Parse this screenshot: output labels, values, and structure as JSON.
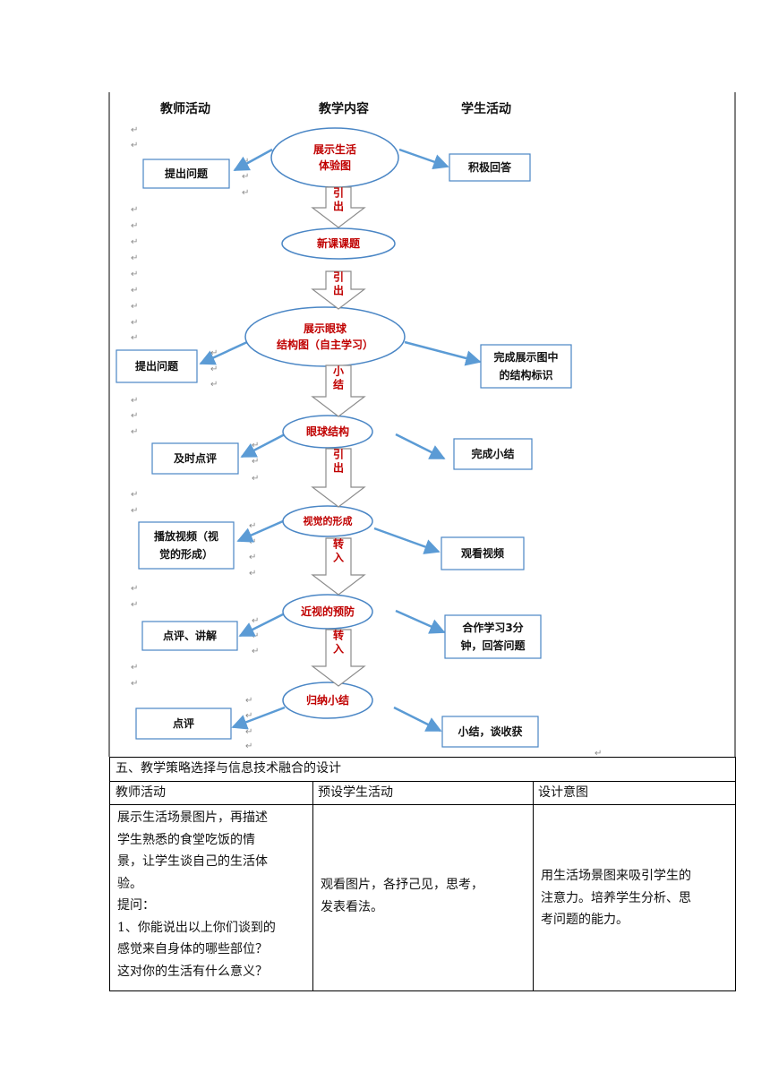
{
  "flowchart": {
    "headers": {
      "teacher": "教师活动",
      "content": "教学内容",
      "student": "学生活动"
    },
    "content_nodes": [
      {
        "lines": [
          "展示生活",
          "体验图"
        ]
      },
      {
        "lines": [
          "新课课题"
        ]
      },
      {
        "lines": [
          "展示眼球",
          "结构图（自主学习）"
        ]
      },
      {
        "lines": [
          "眼球结构"
        ]
      },
      {
        "lines": [
          "视觉的形成"
        ]
      },
      {
        "lines": [
          "近视的预防"
        ]
      },
      {
        "lines": [
          "归纳小结"
        ]
      }
    ],
    "transitions": [
      {
        "lines": [
          "引",
          "出"
        ]
      },
      {
        "lines": [
          "引",
          "出"
        ]
      },
      {
        "lines": [
          "小",
          "结"
        ]
      },
      {
        "lines": [
          "引",
          "出"
        ]
      },
      {
        "lines": [
          "转",
          "入"
        ]
      },
      {
        "lines": [
          "转",
          "入"
        ]
      }
    ],
    "teacher_boxes": [
      {
        "lines": [
          "提出问题"
        ]
      },
      {
        "lines": [
          "提出问题"
        ]
      },
      {
        "lines": [
          "及时点评"
        ]
      },
      {
        "lines": [
          "播放视频（视",
          "觉的形成）"
        ]
      },
      {
        "lines": [
          "点评、讲解"
        ]
      },
      {
        "lines": [
          "点评"
        ]
      }
    ],
    "student_boxes": [
      {
        "lines": [
          "积极回答"
        ]
      },
      {
        "lines": [
          "完成展示图中",
          "的结构标识"
        ]
      },
      {
        "lines": [
          "完成小结"
        ]
      },
      {
        "lines": [
          "观看视频"
        ]
      },
      {
        "lines": [
          "合作学习3分",
          "钟，回答问题"
        ]
      },
      {
        "lines": [
          "小结，谈收获"
        ]
      }
    ],
    "colors": {
      "arrow": "#5b9bd5",
      "node_border": "#4a86c5",
      "red_text": "#c00000",
      "box_border": "#4a86c5"
    }
  },
  "section": {
    "title": "五、教学策略选择与信息技术融合的设计",
    "columns": [
      "教师活动",
      "预设学生活动",
      "设计意图"
    ],
    "teacher_lines": [
      "展示生活场景图片，再描述",
      "学生熟悉的食堂吃饭的情",
      "景，让学生谈自己的生活体",
      "验。",
      "提问：",
      "1、你能说出以上你们谈到的",
      "感觉来自身体的哪些部位？",
      "这对你的生活有什么意义？"
    ],
    "student_lines": [
      "观看图片，各抒己见，思考，",
      "发表看法。"
    ],
    "intent_lines": [
      "用生活场景图来吸引学生的",
      "注意力。培养学生分析、思",
      "考问题的能力。"
    ]
  }
}
